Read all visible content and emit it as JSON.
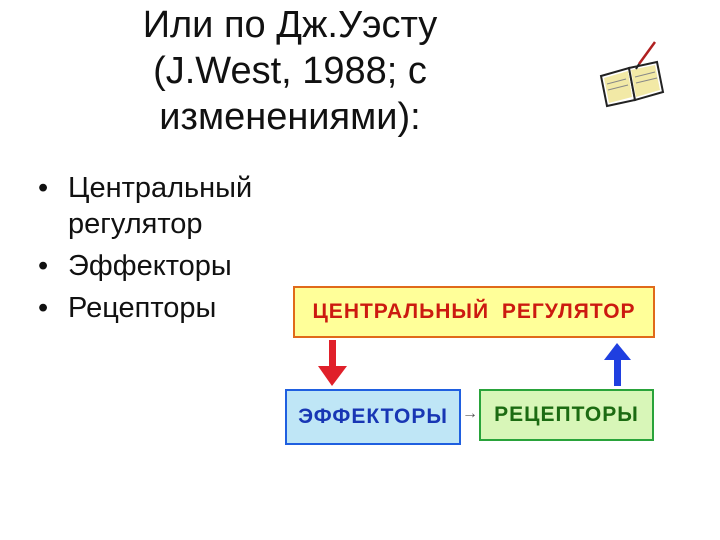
{
  "title": {
    "line1": "Или по Дж.Уэсту",
    "line2": "(J.West, 1988; с",
    "line3": "изменениями):"
  },
  "bullets": [
    {
      "symbol": "•",
      "text_line1": "Центральный",
      "text_line2": "регулятор"
    },
    {
      "symbol": "•",
      "text_line1": "Эффекторы",
      "text_line2": ""
    },
    {
      "symbol": "•",
      "text_line1": "Рецепторы",
      "text_line2": ""
    }
  ],
  "diagram": {
    "central_regulator": "ЦЕНТРАЛЬНЫЙ РЕГУЛЯТОР",
    "effectors": "ЭФФЕКТОРЫ",
    "receptors": "РЕЦЕПТОРЫ",
    "link_arrow": "→",
    "down_arrow_color": "#e0202a",
    "up_arrow_color": "#1f3fe0"
  },
  "decoration": {
    "icon": "open-book-with-pen-icon"
  }
}
